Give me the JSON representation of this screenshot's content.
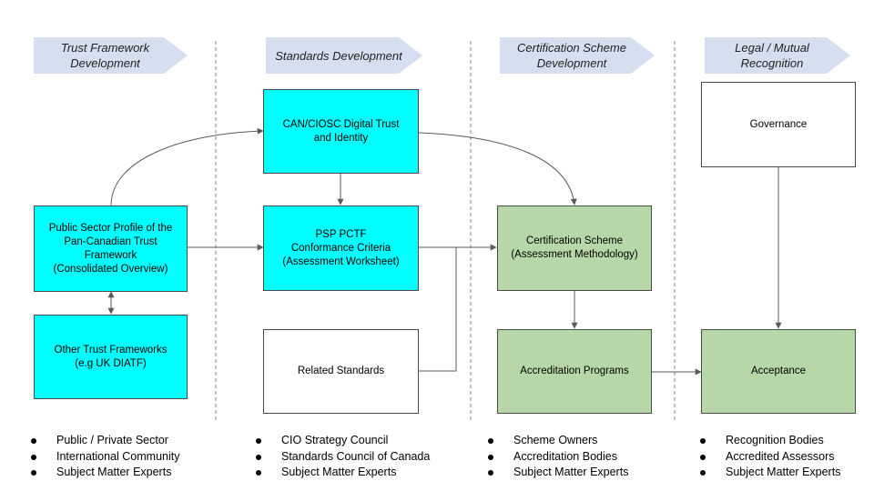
{
  "phases": [
    {
      "label": "Trust Framework\nDevelopment"
    },
    {
      "label": "Standards Development"
    },
    {
      "label": "Certification Scheme\nDevelopment"
    },
    {
      "label": "Legal  / Mutual\nRecognition"
    }
  ],
  "boxes": {
    "can_ciosc": "CAN/CIOSC Digital Trust\nand Identity",
    "public_sector_profile": "Public Sector Profile of the\nPan-Canadian Trust\nFramework\n(Consolidated Overview)",
    "psp_pctf": "PSP PCTF\nConformance Criteria\n(Assessment Worksheet)",
    "certification_scheme": "Certification Scheme\n(Assessment Methodology)",
    "other_frameworks": "Other Trust Frameworks\n(e.g UK DIATF)",
    "related_standards": "Related Standards",
    "accreditation_programs": "Accreditation Programs",
    "governance": "Governance",
    "acceptance": "Acceptance"
  },
  "stakeholders": [
    {
      "items": [
        "Public / Private Sector",
        "International Community",
        "Subject Matter Experts"
      ]
    },
    {
      "items": [
        "CIO Strategy Council",
        "Standards Council of Canada",
        "Subject Matter Experts"
      ]
    },
    {
      "items": [
        "Scheme Owners",
        "Accreditation Bodies",
        "Subject Matter Experts"
      ]
    },
    {
      "items": [
        "Recognition Bodies",
        "Accredited Assessors",
        "Subject Matter Experts"
      ]
    }
  ],
  "colors": {
    "cyan_box": "#00ffff",
    "green_box": "#b7d7a8",
    "phase_chevron": "#d6dff0",
    "connector": "#595959",
    "divider": "#7f7f7f"
  }
}
